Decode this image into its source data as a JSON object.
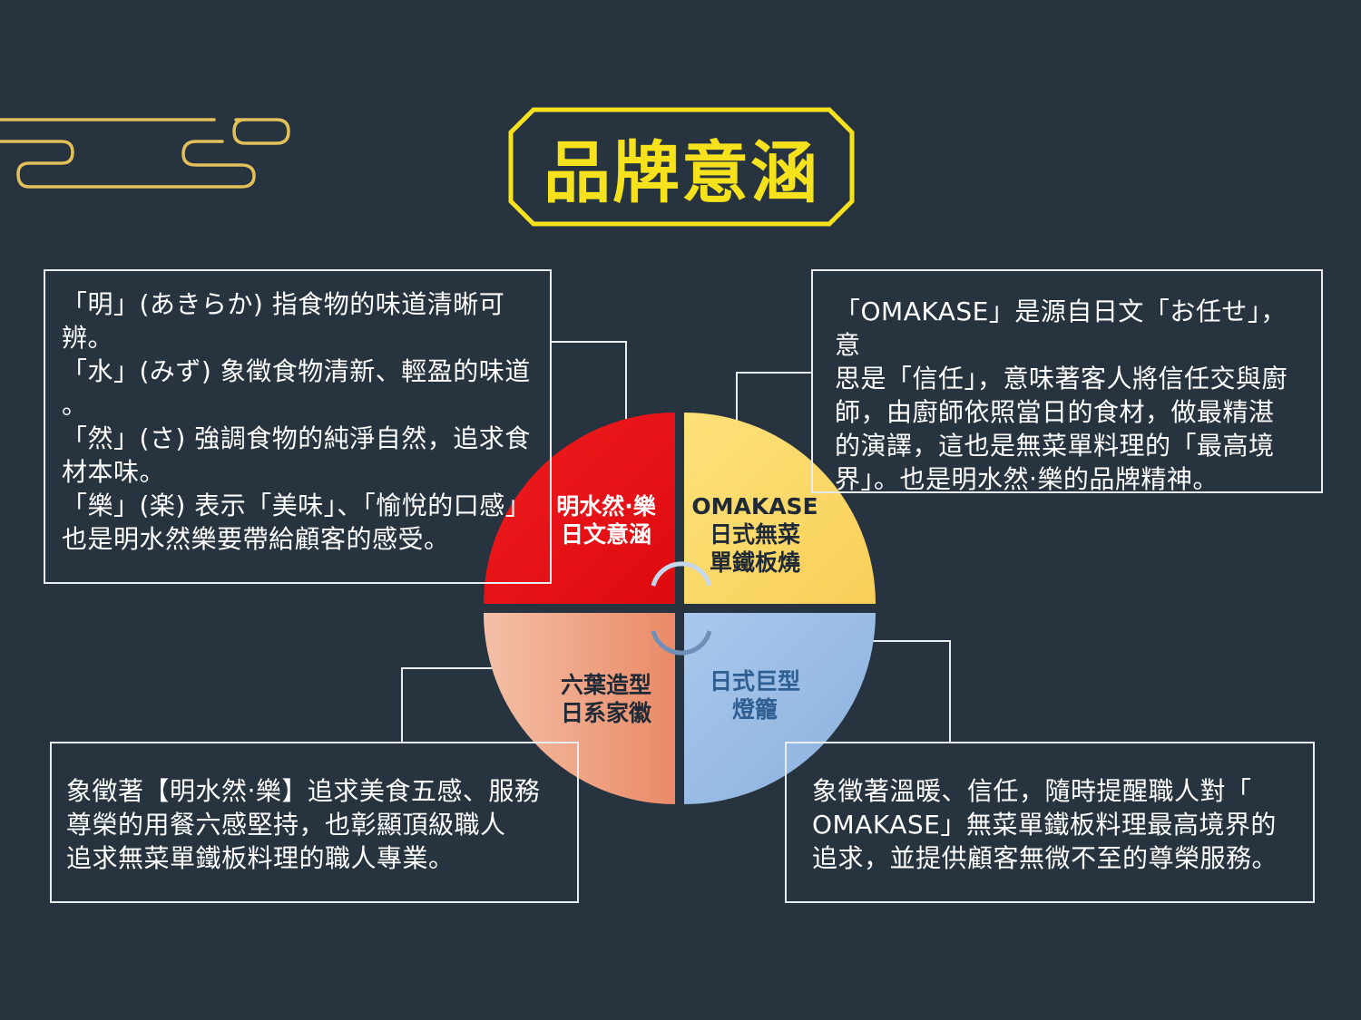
{
  "title": "品牌意涵",
  "colors": {
    "background": "#27333f",
    "title_yellow": "#f5e21c",
    "cloud_gold": "#e3c15a",
    "red": "#e81217",
    "yellow": "#fbd866",
    "salmon": "#f0a78a",
    "blue": "#9dbfe6"
  },
  "wheel": {
    "top_left": {
      "line1": "明水然·樂",
      "line2": "日文意涵"
    },
    "top_right": {
      "line1": "OMAKASE",
      "line2": "日式無菜",
      "line3": "單鐵板燒"
    },
    "bottom_left": {
      "line1": "六葉造型",
      "line2": "日系家徽"
    },
    "bottom_right": {
      "line1": "日式巨型",
      "line2": "燈籠"
    }
  },
  "notes": {
    "top_left": [
      "「明」(あきらか) 指食物的味道清晰可",
      "辨。",
      "「水」(みず) 象徵食物清新、輕盈的味道",
      "。",
      "「然」(さ) 強調食物的純淨自然，追求食",
      "材本味。",
      "「樂」(楽) 表示「美味」、「愉悅的口感」",
      "也是明水然樂要帶給顧客的感受。"
    ],
    "top_right": [
      "「OMAKASE」是源自日文「お任せ」，意",
      "思是「信任」，意味著客人將信任交與廚",
      "師，由廚師依照當日的食材，做最精湛",
      "的演譯，這也是無菜單料理的「最高境",
      "界」。也是明水然‧樂的品牌精神。"
    ],
    "bottom_left": [
      "象徵著【明水然‧樂】追求美食五感、服務",
      "尊榮的用餐六感堅持，也彰顯頂級職人",
      "追求無菜單鐵板料理的職人專業。"
    ],
    "bottom_right": [
      "象徵著溫暖、信任，隨時提醒職人對「",
      "OMAKASE」無菜單鐵板料理最高境界的",
      "追求，並提供顧客無微不至的尊榮服務。"
    ]
  }
}
